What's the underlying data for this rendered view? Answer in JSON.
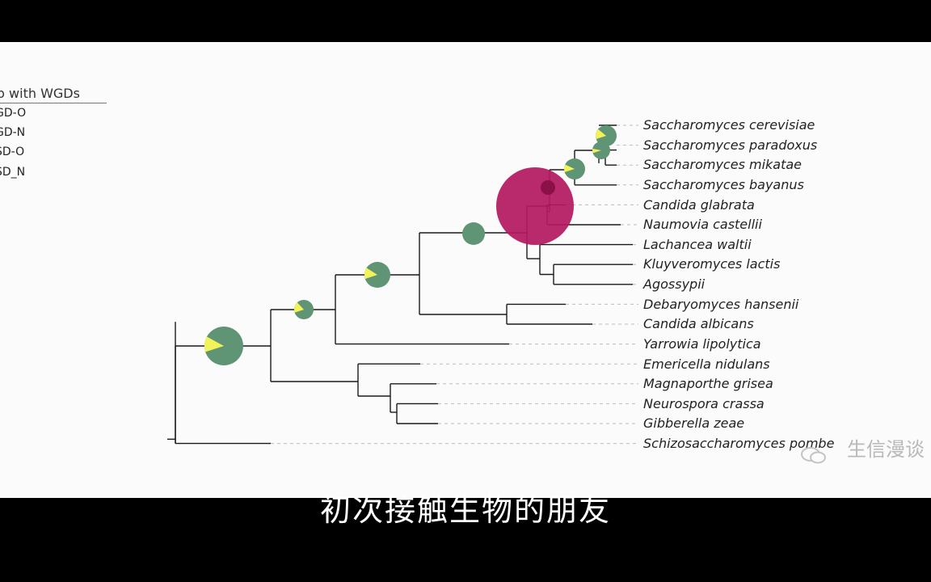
{
  "legend": {
    "title": "ap with WGDs",
    "items": [
      "GD-O",
      "GD-N",
      "SD-O",
      "SD_N"
    ]
  },
  "species": [
    "Saccharomyces cerevisiae",
    "Saccharomyces paradoxus",
    "Saccharomyces mikatae",
    "Saccharomyces bayanus",
    "Candida glabrata",
    "Naumovia castellii",
    "Lachancea waltii",
    "Kluyveromyces lactis",
    "Agossypii",
    "Debaryomyces hansenii",
    "Candida albicans",
    "Yarrowia lipolytica",
    "Emericella nidulans",
    "Magnaporthe grisea",
    "Neurospora crassa",
    "Gibberella zeae",
    "Schizosaccharomyces pombe"
  ],
  "watermark": "生信漫谈",
  "subtitle": "初次接触生物的朋友",
  "colors": {
    "pie_main": "#5f9474",
    "pie_minor": "#f2f25a",
    "wgd_circle": "#b3185f",
    "branch": "#1a1a1a",
    "leader": "#bdbdbd"
  }
}
